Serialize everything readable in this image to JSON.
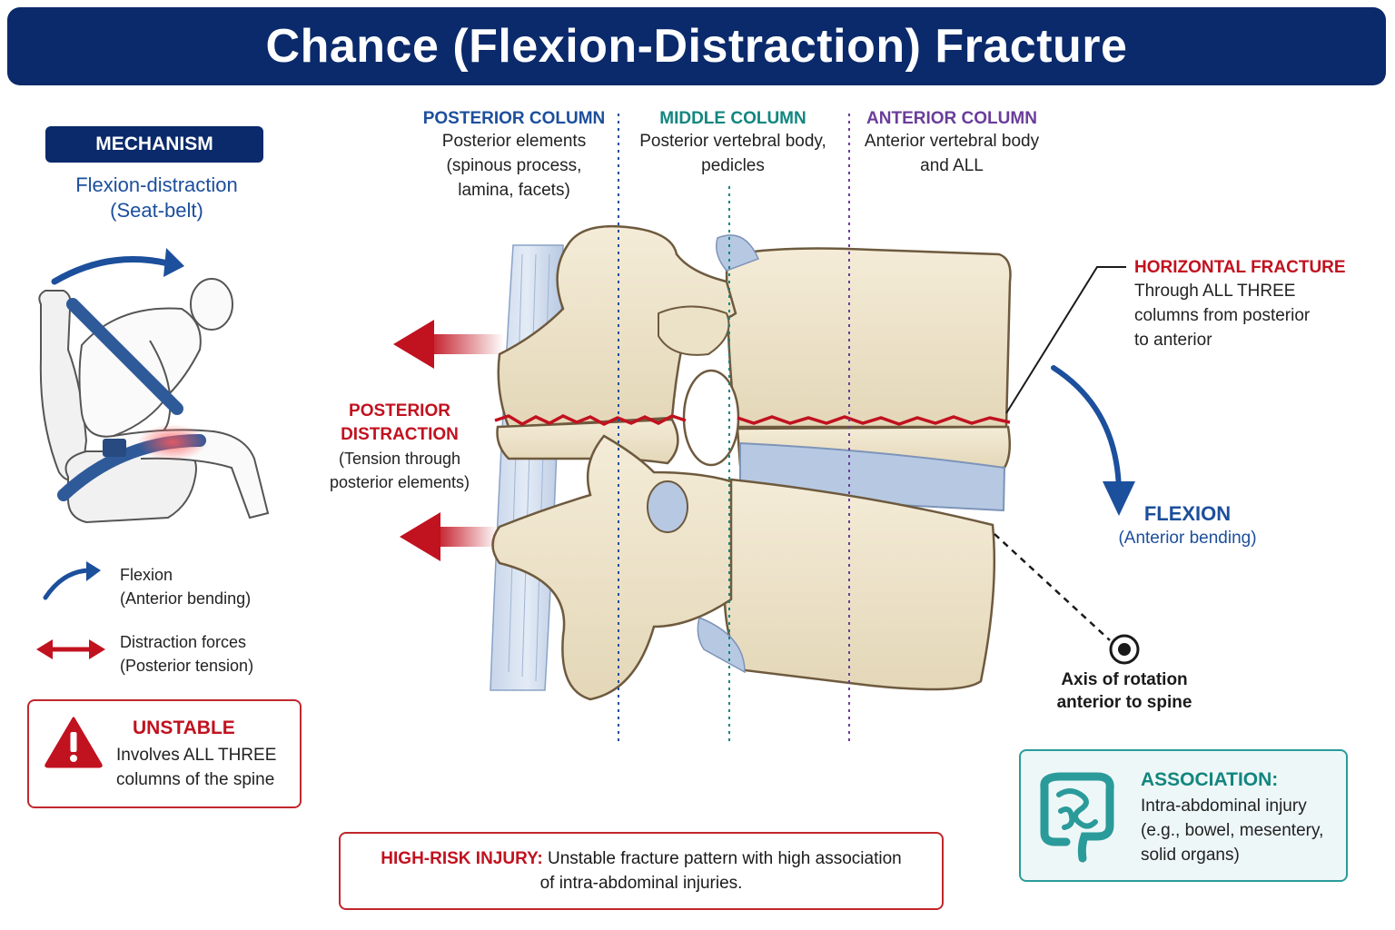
{
  "title": "Chance (Flexion-Distraction) Fracture",
  "mechanism": {
    "header": "MECHANISM",
    "type_line1": "Flexion-distraction",
    "type_line2": "(Seat-belt)"
  },
  "legend": {
    "flexion_line1": "Flexion",
    "flexion_line2": "(Anterior bending)",
    "distraction_line1": "Distraction forces",
    "distraction_line2": "(Posterior tension)"
  },
  "unstable": {
    "title": "UNSTABLE",
    "line1": "Involves ALL THREE",
    "line2": "columns of the spine"
  },
  "columns": {
    "posterior": {
      "head": "POSTERIOR COLUMN",
      "l1": "Posterior elements",
      "l2": "(spinous process,",
      "l3": "lamina, facets)"
    },
    "middle": {
      "head": "MIDDLE COLUMN",
      "l1": "Posterior vertebral body,",
      "l2": "pedicles"
    },
    "anterior": {
      "head": "ANTERIOR COLUMN",
      "l1": "Anterior vertebral body",
      "l2": "and ALL"
    }
  },
  "posterior_distraction": {
    "head1": "POSTERIOR",
    "head2": "DISTRACTION",
    "l1": "(Tension through",
    "l2": "posterior elements)"
  },
  "horizontal_fracture": {
    "head": "HORIZONTAL FRACTURE",
    "l1": "Through ALL THREE",
    "l2": "columns from posterior",
    "l3": "to anterior"
  },
  "flexion": {
    "head": "FLEXION",
    "sub": "(Anterior bending)"
  },
  "axis": {
    "l1": "Axis of rotation",
    "l2": "anterior to spine"
  },
  "high_risk": {
    "label": "HIGH-RISK INJURY:",
    "text1": "Unstable fracture pattern with high association",
    "text2": "of intra-abdominal injuries."
  },
  "association": {
    "head": "ASSOCIATION:",
    "l1": "Intra-abdominal injury",
    "l2": "(e.g., bowel, mesentery,",
    "l3": "solid organs)"
  },
  "colors": {
    "navy": "#0b2a6b",
    "blue": "#1c4f9c",
    "red": "#c1121f",
    "teal": "#12867f",
    "purple": "#6a3d9a",
    "bone": "#efe6d0",
    "disc": "#b7c9e2"
  },
  "icons": [
    "seatbelt-figure-illustration",
    "flexion-arrow-icon",
    "distraction-arrow-icon",
    "warning-icon",
    "intestine-icon",
    "axis-target-icon",
    "vertebra-illustration"
  ]
}
